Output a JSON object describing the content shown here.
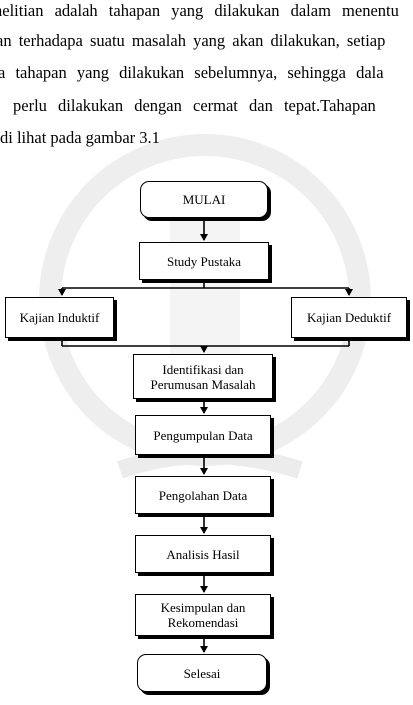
{
  "paragraph": {
    "line1": "nelitian adalah tahapan yang dilakukan dalam menentu",
    "line2": "an terhadapa suatu masalah yang akan dilakukan, setiap",
    "line3": "a tahapan yang dilakukan sebelumnya, sehingga dala",
    "line4": "perlu dilakukan dengan cermat dan tepat.Tahapan",
    "line5": "di lihat pada gambar 3.1"
  },
  "flowchart": {
    "start": "MULAI",
    "study": "Study Pustaka",
    "left_branch": "Kajian Induktif",
    "right_branch": "Kajian Deduktif",
    "identify": "Identifikasi  dan\nPerumusan Masalah",
    "collect": "Pengumpulan Data",
    "process": "Pengolahan Data",
    "analysis": "Analisis Hasil",
    "conclusion": "Kesimpulan dan\nRekomendasi",
    "end": "Selesai"
  }
}
